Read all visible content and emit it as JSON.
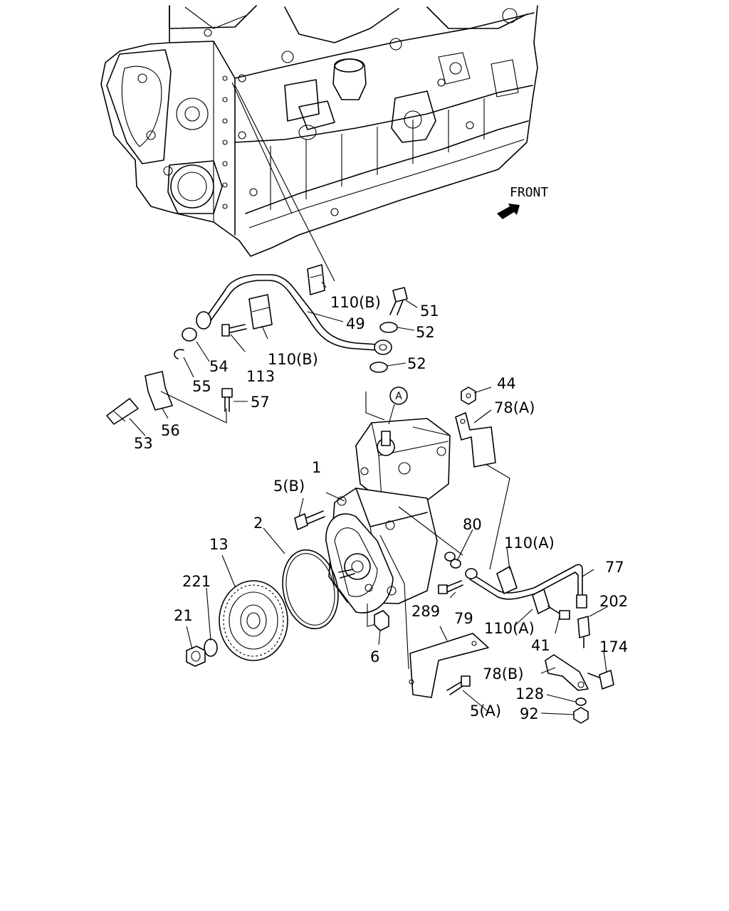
{
  "front_label": "FRONT",
  "circle_marker": "A",
  "callouts": {
    "p1": "1",
    "p2": "2",
    "p5a": "5(A)",
    "p5b": "5(B)",
    "p6": "6",
    "p13": "13",
    "p21": "21",
    "p41": "41",
    "p44": "44",
    "p49": "49",
    "p51": "51",
    "p52a": "52",
    "p52b": "52",
    "p53": "53",
    "p54": "54",
    "p55": "55",
    "p56": "56",
    "p57": "57",
    "p77": "77",
    "p78a": "78(A)",
    "p78b": "78(B)",
    "p79": "79",
    "p80": "80",
    "p92": "92",
    "p110a1": "110(A)",
    "p110a2": "110(A)",
    "p110b1": "110(B)",
    "p110b2": "110(B)",
    "p113": "113",
    "p128": "128",
    "p174": "174",
    "p202": "202",
    "p221": "221",
    "p289": "289"
  }
}
